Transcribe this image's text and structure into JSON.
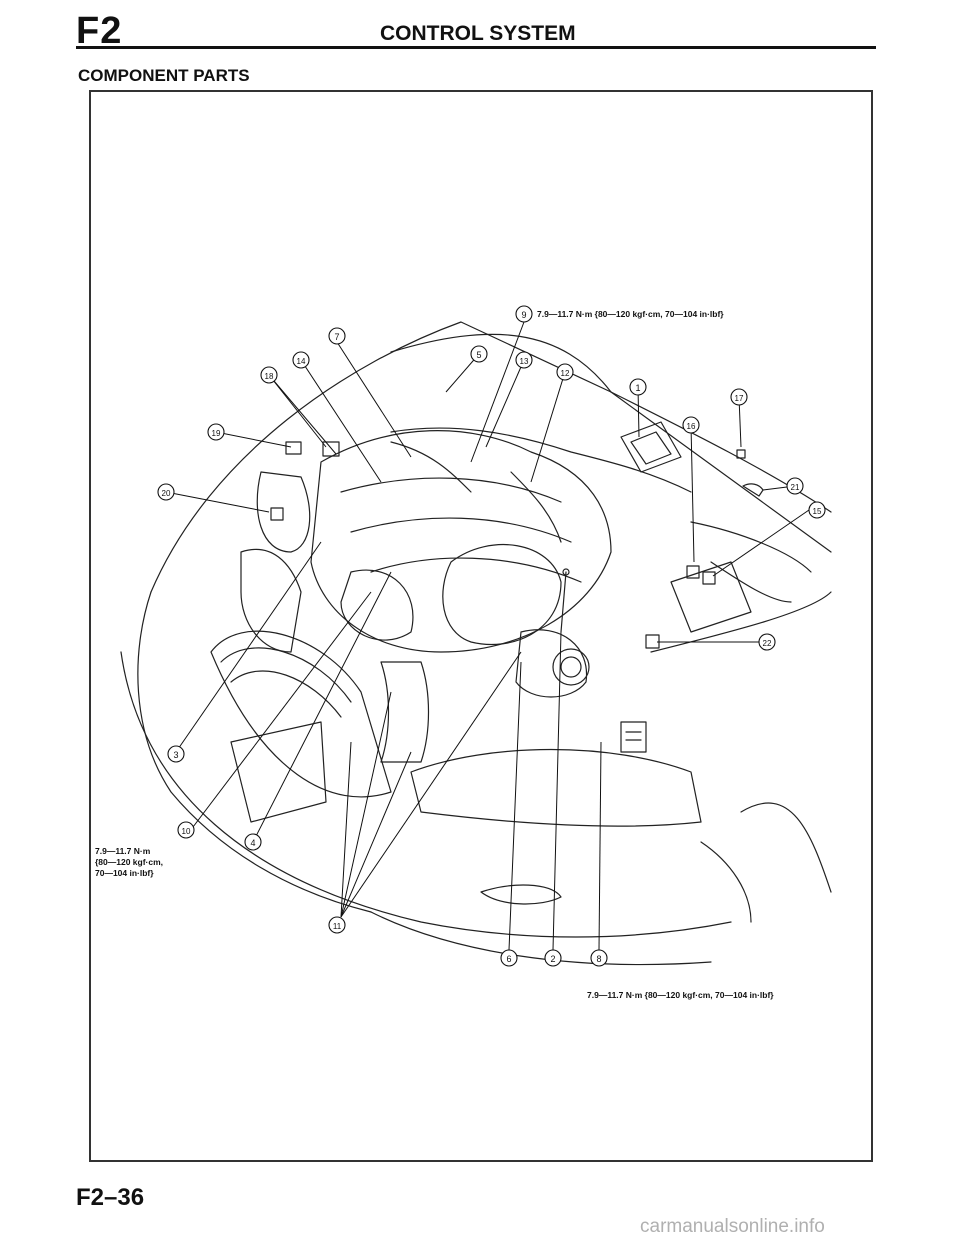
{
  "header": {
    "section_code": "F2",
    "title": "CONTROL SYSTEM"
  },
  "section_title": "COMPONENT PARTS",
  "figure": {
    "callouts": [
      "1",
      "2",
      "3",
      "4",
      "5",
      "6",
      "7",
      "8",
      "9",
      "10",
      "11",
      "12",
      "13",
      "14",
      "15",
      "16",
      "17",
      "18",
      "19",
      "20",
      "21",
      "22"
    ],
    "torque_9": "7.9—11.7 N·m {80—120 kgf·cm, 70—104 in·lbf}",
    "torque_10_line1": "7.9—11.7 N·m",
    "torque_10_line2": "{80—120 kgf·cm,",
    "torque_10_line3": "70—104 in·lbf}",
    "torque_bottom": "7.9—11.7 N·m {80—120 kgf·cm, 70—104 in·lbf}"
  },
  "footer": {
    "page_number": "F2–36",
    "watermark": "carmanualsonline.info"
  }
}
